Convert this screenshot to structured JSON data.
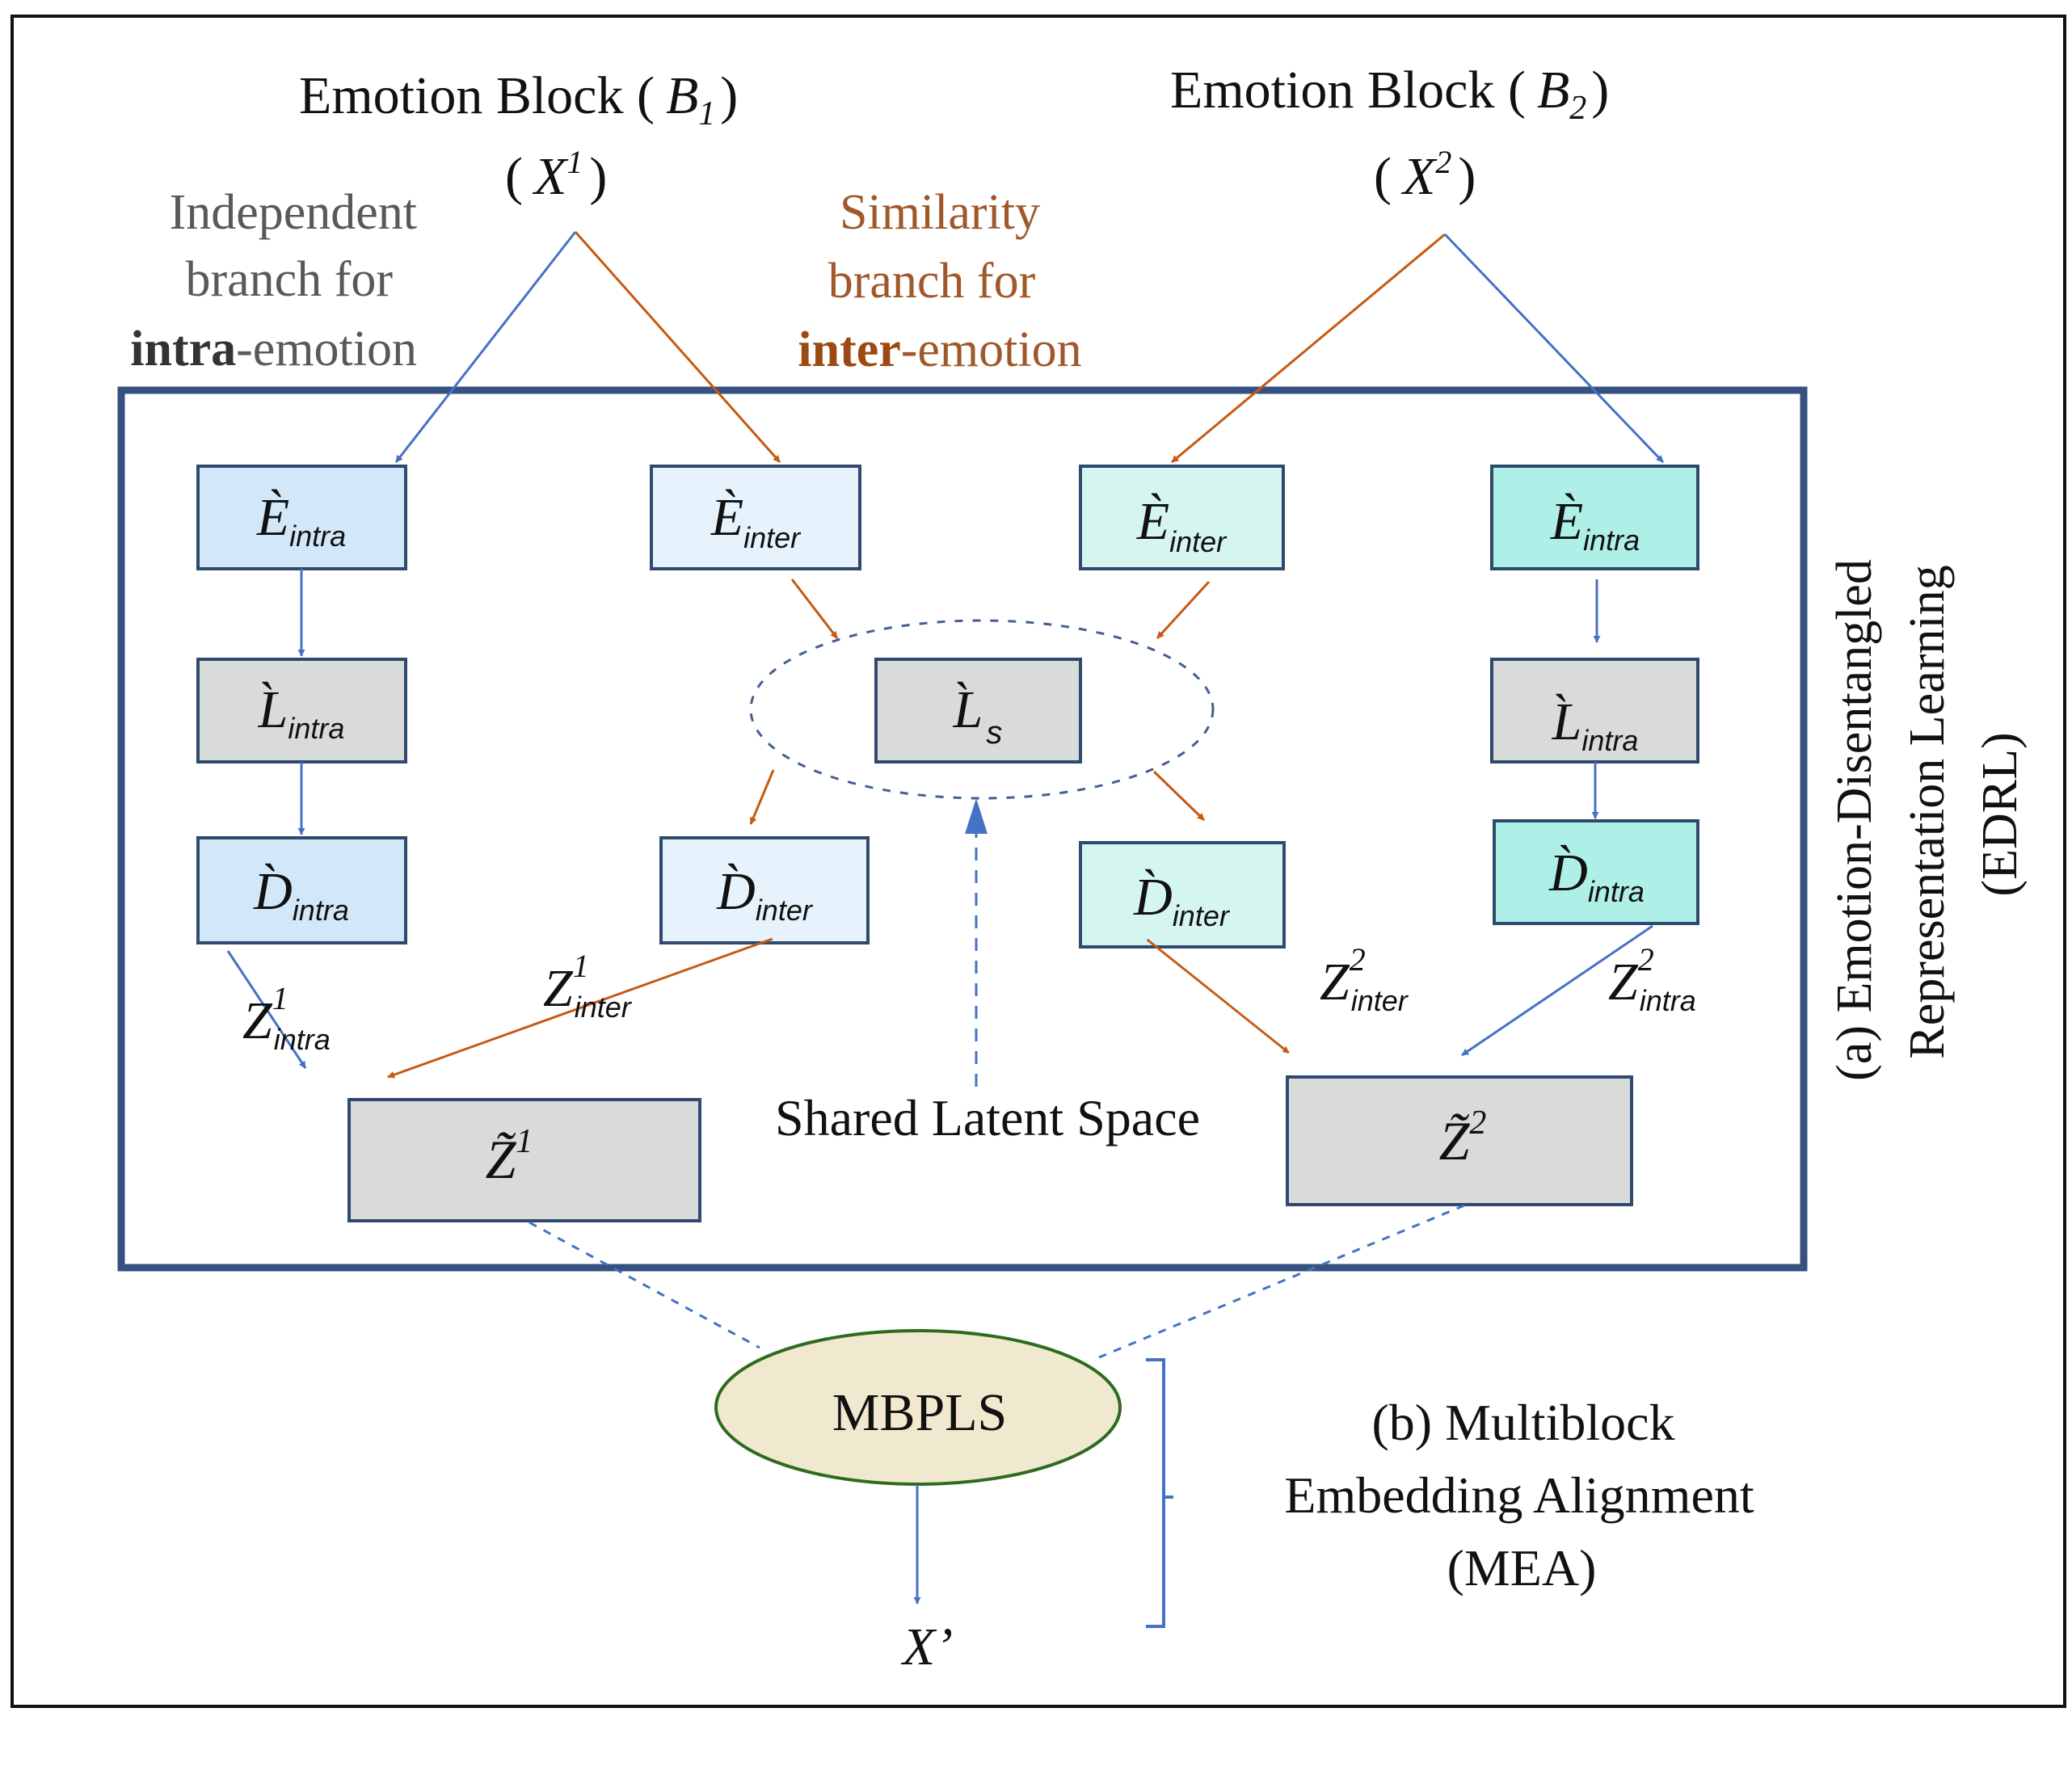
{
  "colors": {
    "frame": "#111111",
    "edrl_frame": "#36507f",
    "box_border": "#2f4a6e",
    "blue_arrow": "#4472c4",
    "orange_arrow": "#c55a11",
    "dashed": "#44608f",
    "intra1_fill": "#d2e7f7",
    "inter1_fill": "#e6f3fc",
    "inter2_fill": "#d5f5f0",
    "intra2_fill": "#aef0e8",
    "gray_fill": "#d9dbd8",
    "mbpls_fill": "#f0e8cf",
    "mbpls_border": "#2e6b1e",
    "independent_text": "#595959",
    "similarity_text": "#a0582a",
    "inter_bold_text": "#9c4a12"
  },
  "header": {
    "block1": {
      "prefix": "Emotion Block (",
      "symbol": "B",
      "sub": "1",
      "suffix": ")"
    },
    "block2": {
      "prefix": "Emotion Block (",
      "symbol": "B",
      "sub": "2",
      "suffix": ")"
    },
    "input1": {
      "open": "(",
      "symbol": "X",
      "sup": "1",
      "close": ")"
    },
    "input2": {
      "open": "(",
      "symbol": "X",
      "sup": "2",
      "close": ")"
    }
  },
  "branch_labels": {
    "independent": {
      "line1": "Independent",
      "line2": "branch for",
      "bold": "intra",
      "rest": "-emotion"
    },
    "similarity": {
      "line1": "Similarity",
      "line2": "branch for",
      "bold": "inter",
      "rest": "-emotion"
    }
  },
  "nodes": {
    "e_intra_1": {
      "symbol": "È",
      "sub": "intra"
    },
    "e_inter_1": {
      "symbol": "È",
      "sub": "inter"
    },
    "e_inter_2": {
      "symbol": "È",
      "sub": "inter"
    },
    "e_intra_2": {
      "symbol": "È",
      "sub": "intra"
    },
    "l_intra_1": {
      "symbol": "L̀",
      "sub": "intra"
    },
    "l_s": {
      "symbol": "L̀",
      "sub": "s"
    },
    "l_intra_2": {
      "symbol": "L̀",
      "sub": "intra"
    },
    "d_intra_1": {
      "symbol": "D̀",
      "sub": "intra"
    },
    "d_inter_1": {
      "symbol": "D̀",
      "sub": "inter"
    },
    "d_inter_2": {
      "symbol": "D̀",
      "sub": "inter"
    },
    "d_intra_2": {
      "symbol": "D̀",
      "sub": "intra"
    },
    "z_tilde_1": {
      "symbol": "Z̃",
      "sup": "1"
    },
    "z_tilde_2": {
      "symbol": "Z̃",
      "sup": "2"
    }
  },
  "edge_labels": {
    "z_intra_1": {
      "symbol": "Z",
      "sup": "1",
      "sub": "intra"
    },
    "z_inter_1": {
      "symbol": "Z",
      "sup": "1",
      "sub": "inter"
    },
    "z_inter_2": {
      "symbol": "Z",
      "sup": "2",
      "sub": "inter"
    },
    "z_intra_2": {
      "symbol": "Z",
      "sup": "2",
      "sub": "intra"
    }
  },
  "shared_latent_space": "Shared Latent Space",
  "edrl_label": {
    "line1": "(a)  Emotion-Disentangled",
    "line2": "Representation Learning",
    "line3": "(EDRL)"
  },
  "mbpls": {
    "label": "MBPLS"
  },
  "output": {
    "symbol": "X’"
  },
  "mea_label": {
    "line1": "(b) Multiblock",
    "line2": "Embedding Alignment",
    "line3": "(MEA)"
  }
}
